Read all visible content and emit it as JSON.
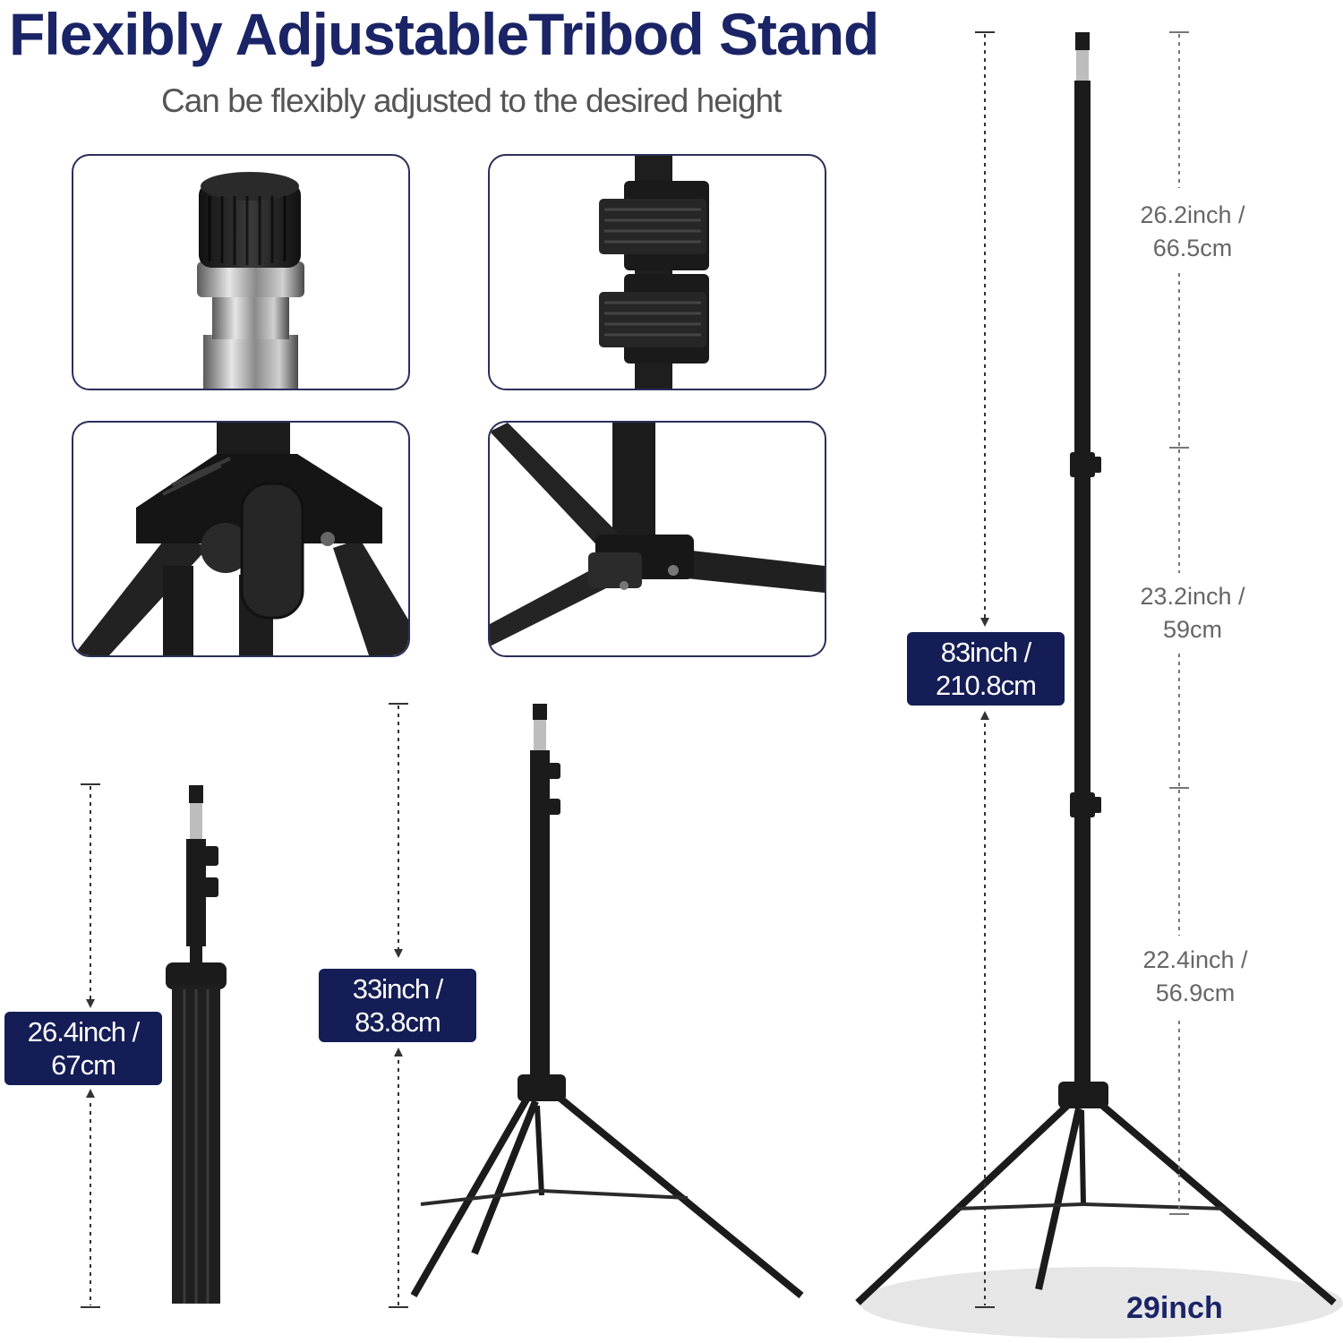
{
  "header": {
    "title": "Flexibly AdjustableTribod Stand",
    "subtitle": "Can be flexibly adjusted to the desired height"
  },
  "detail_panels": [
    {
      "subject": "top-stud-knob"
    },
    {
      "subject": "height-lock-clamps"
    },
    {
      "subject": "leg-hub-lock-knob"
    },
    {
      "subject": "leg-brace-joint"
    }
  ],
  "measurements": {
    "folded": {
      "line1": "26.4inch /",
      "line2": "67cm"
    },
    "minimum": {
      "line1": "33inch /",
      "line2": "83.8cm"
    },
    "maximum": {
      "line1": "83inch /",
      "line2": "210.8cm"
    },
    "sections": [
      {
        "line1": "26.2inch /",
        "line2": "66.5cm"
      },
      {
        "line1": "23.2inch /",
        "line2": "59cm"
      },
      {
        "line1": "22.4inch /",
        "line2": "56.9cm"
      }
    ],
    "leg_span": "29inch"
  },
  "colors": {
    "navy": "#141d55",
    "title": "#1a2466",
    "stand_black": "#1b1b1b",
    "dim_gray": "#777777"
  }
}
